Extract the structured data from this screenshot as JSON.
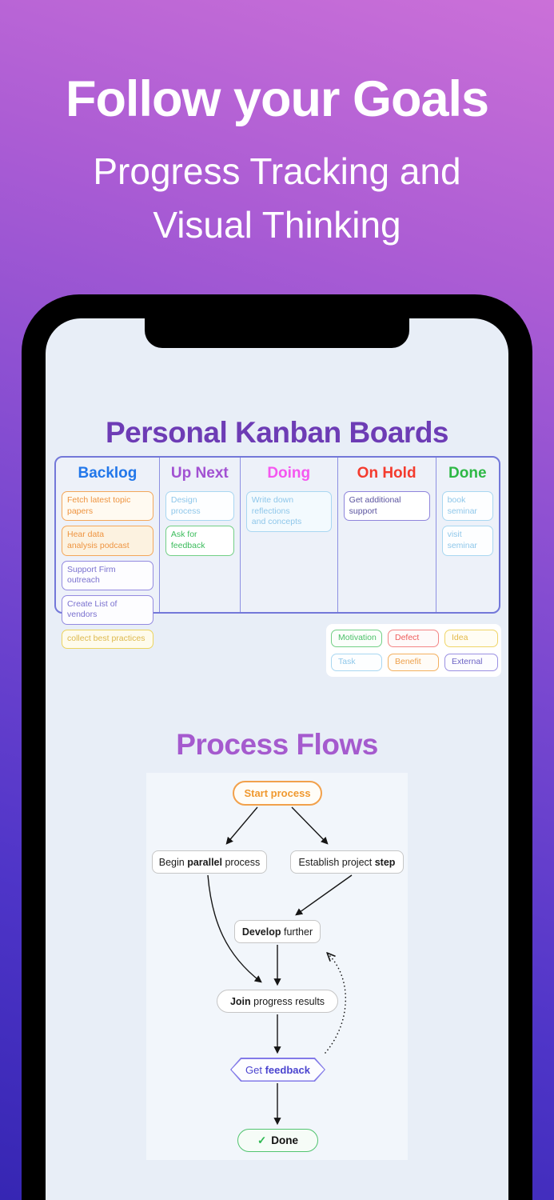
{
  "hero": {
    "title": "Follow your Goals",
    "subtitle": "Progress Tracking and\nVisual Thinking"
  },
  "kanban": {
    "heading": "Personal Kanban Boards",
    "columns": [
      {
        "label": "Backlog",
        "color": "#2277ea",
        "cards": [
          {
            "text": "Fetch latest topic papers",
            "variant": "orange"
          },
          {
            "text": "Hear data\nanalysis podcast",
            "variant": "orange-filled"
          },
          {
            "text": "Support Firm outreach",
            "variant": "purple"
          },
          {
            "text": "Create List of vendors",
            "variant": "purple"
          },
          {
            "text": "collect best practices",
            "variant": "yellow"
          }
        ]
      },
      {
        "label": "Up Next",
        "color": "#a251d2",
        "cards": [
          {
            "text": "Design process",
            "variant": "blue"
          },
          {
            "text": "Ask for feedback",
            "variant": "green"
          }
        ]
      },
      {
        "label": "Doing",
        "color": "#f557f0",
        "cards": [
          {
            "text": "Write down reflections\nand concepts",
            "variant": "blue-filled"
          }
        ]
      },
      {
        "label": "On Hold",
        "color": "#f43b2e",
        "cards": [
          {
            "text": "Get additional support",
            "variant": "purple-dark"
          }
        ]
      },
      {
        "label": "Done",
        "color": "#2eb845",
        "cards": [
          {
            "text": "book seminar",
            "variant": "blue"
          },
          {
            "text": "visit seminar",
            "variant": "blue"
          }
        ]
      }
    ]
  },
  "tags": {
    "items": [
      {
        "label": "Motivation",
        "color": "#4cc06a"
      },
      {
        "label": "Defect",
        "color": "#ee5c5c"
      },
      {
        "label": "Idea",
        "color": "#e3ba4a"
      },
      {
        "label": "Task",
        "color": "#8fc7ea"
      },
      {
        "label": "Benefit",
        "color": "#eda04b"
      },
      {
        "label": "External",
        "color": "#6b62c4"
      }
    ]
  },
  "flow": {
    "heading": "Process Flows",
    "nodes": {
      "start": {
        "pre": "",
        "bold": "Start process",
        "post": ""
      },
      "begin": {
        "pre": "Begin ",
        "bold": "parallel",
        "post": " process"
      },
      "establish": {
        "pre": "Establish project ",
        "bold": "step",
        "post": ""
      },
      "develop": {
        "pre": "",
        "bold": "Develop",
        "post": " further"
      },
      "join": {
        "pre": "",
        "bold": "Join",
        "post": " progress results"
      },
      "feedback": {
        "pre": "Get ",
        "bold": "feedback",
        "post": ""
      },
      "done": {
        "check": "✓",
        "bold": "Done"
      }
    }
  },
  "palette": {
    "background_top": "#cb70d8",
    "background_bottom": "#3626b3",
    "screen_background": "#e8eef7",
    "kanban_heading": "#6d3cb5",
    "flow_heading": "#a55ace",
    "start_node_accent": "#f0992f",
    "feedback_node_accent": "#4b44cf",
    "done_node_accent": "#2db850"
  }
}
